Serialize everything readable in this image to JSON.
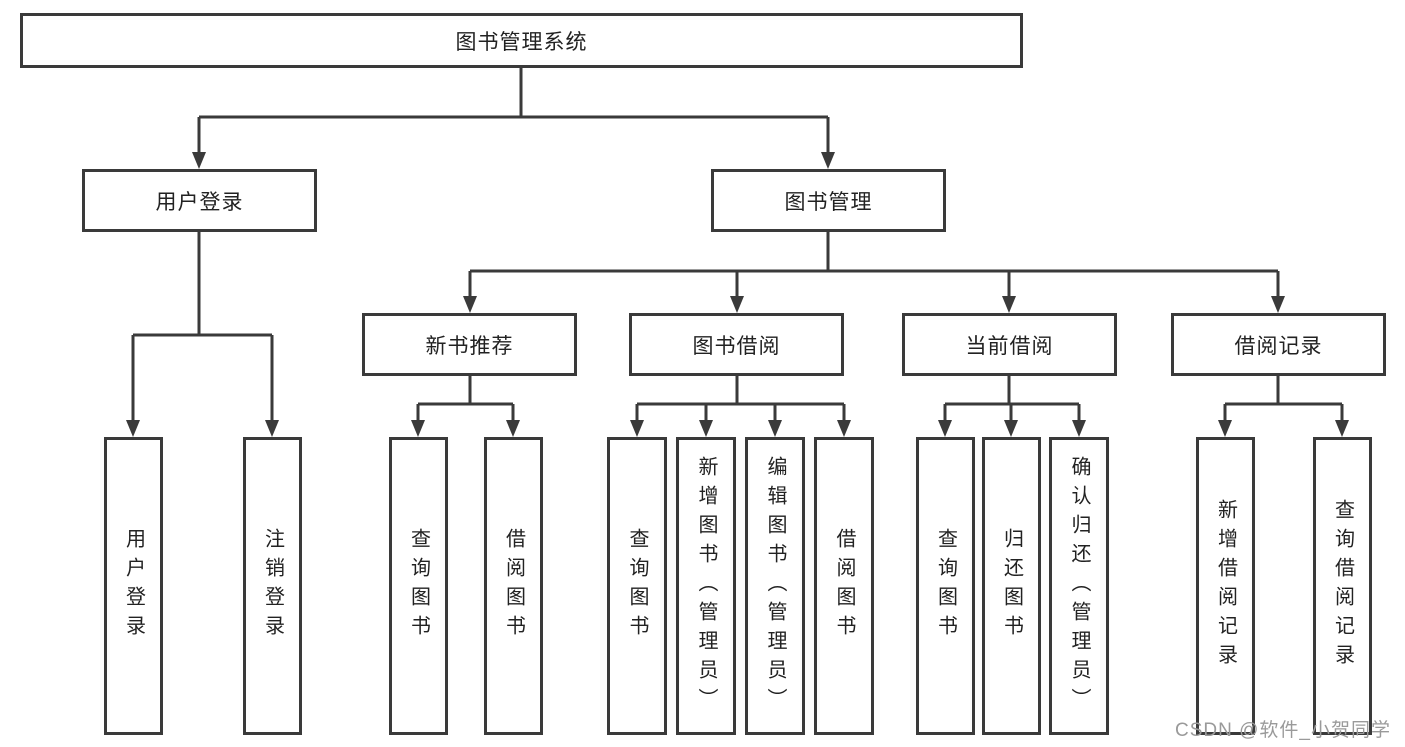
{
  "nodes": {
    "root": "图书管理系统",
    "user_login": "用户登录",
    "book_mgmt": "图书管理",
    "new_book": "新书推荐",
    "book_borrow": "图书借阅",
    "current_borrow": "当前借阅",
    "borrow_records": "借阅记录",
    "ul_login": "用户登录",
    "ul_logout": "注销登录",
    "nb_query": "查询图书",
    "nb_borrow": "借阅图书",
    "bb_query": "查询图书",
    "bb_add": "新增图书（管理员）",
    "bb_edit": "编辑图书（管理员）",
    "bb_borrow": "借阅图书",
    "cb_query": "查询图书",
    "cb_return": "归还图书",
    "cb_confirm": "确认归还（管理员）",
    "br_add": "新增借阅记录",
    "br_query": "查询借阅记录"
  },
  "hierarchy": {
    "图书管理系统": {
      "用户登录": [
        "用户登录",
        "注销登录"
      ],
      "图书管理": {
        "新书推荐": [
          "查询图书",
          "借阅图书"
        ],
        "图书借阅": [
          "查询图书",
          "新增图书（管理员）",
          "编辑图书（管理员）",
          "借阅图书"
        ],
        "当前借阅": [
          "查询图书",
          "归还图书",
          "确认归还（管理员）"
        ],
        "借阅记录": [
          "新增借阅记录",
          "查询借阅记录"
        ]
      }
    }
  },
  "watermark": "CSDN @软件_小贺同学",
  "colors": {
    "line": "#3a3a3a",
    "text": "#222222",
    "background": "#ffffff",
    "watermark": "#9a9a9a"
  }
}
